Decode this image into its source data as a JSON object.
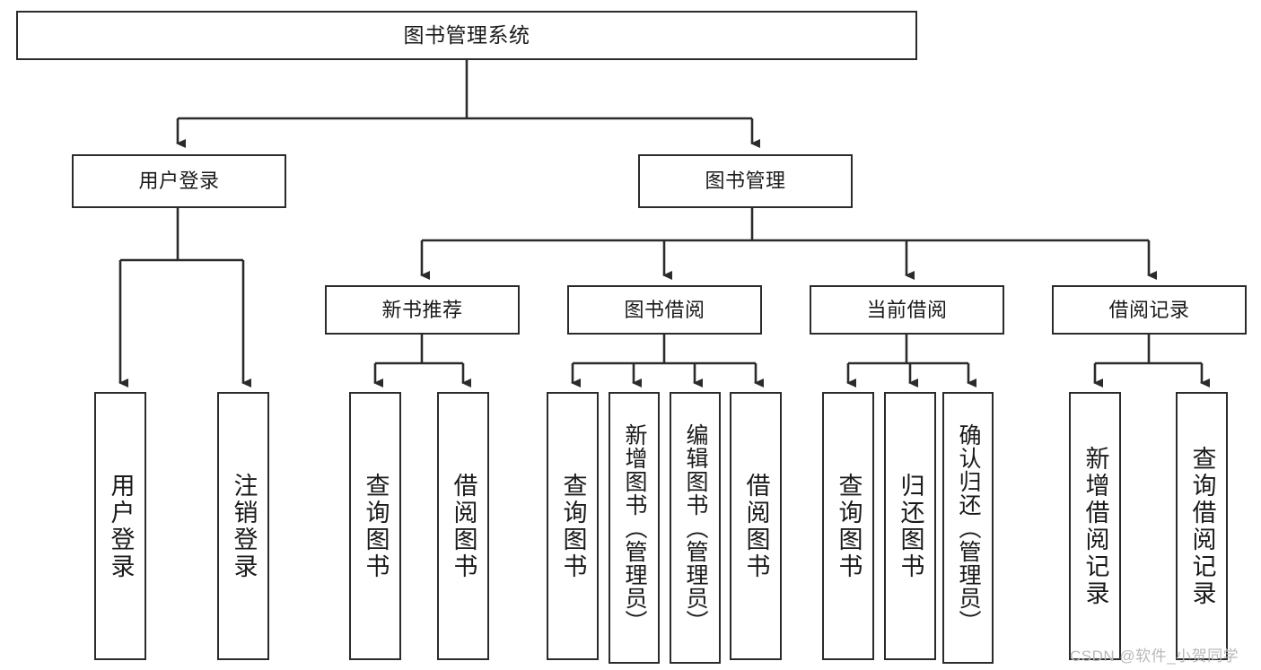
{
  "diagram": {
    "title": "图书管理系统",
    "type": "tree-hierarchy",
    "theme": {
      "background": "#ffffff",
      "stroke": "#2b2b2b",
      "text": "#1a1a1a",
      "watermark": "#b9b9b9"
    },
    "root": {
      "label": "图书管理系统"
    },
    "level2": [
      {
        "label": "用户登录"
      },
      {
        "label": "图书管理"
      }
    ],
    "level3": [
      {
        "label": "新书推荐"
      },
      {
        "label": "图书借阅"
      },
      {
        "label": "当前借阅"
      },
      {
        "label": "借阅记录"
      }
    ],
    "leaves": {
      "user_login": [
        {
          "label": "用户登录"
        },
        {
          "label": "注销登录"
        }
      ],
      "new_book_recommend": [
        {
          "label": "查询图书"
        },
        {
          "label": "借阅图书"
        }
      ],
      "book_borrow": [
        {
          "label": "查询图书"
        },
        {
          "label": "新增图书（管理员）"
        },
        {
          "label": "编辑图书（管理员）"
        },
        {
          "label": "借阅图书"
        }
      ],
      "current_borrow": [
        {
          "label": "查询图书"
        },
        {
          "label": "归还图书"
        },
        {
          "label": "确认归还（管理员）"
        }
      ],
      "borrow_record": [
        {
          "label": "新增借阅记录"
        },
        {
          "label": "查询借阅记录"
        }
      ]
    }
  },
  "watermark": {
    "text": "CSDN @软件_小贺同学"
  }
}
